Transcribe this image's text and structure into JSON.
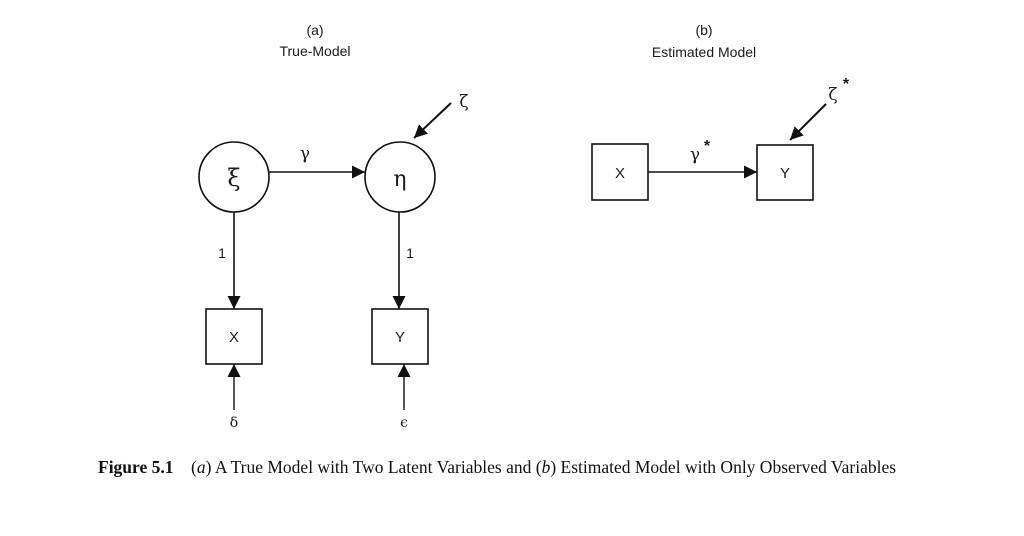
{
  "panel_a": {
    "letter": "(a)",
    "title": "True-Model",
    "latent_exogenous": "ξ",
    "latent_endogenous": "η",
    "path_gamma": "γ",
    "disturbance": "ζ",
    "indicator_x": "X",
    "indicator_y": "Y",
    "loading_x": "1",
    "loading_y": "1",
    "error_x": "δ",
    "error_y": "ϵ"
  },
  "panel_b": {
    "letter": "(b)",
    "title": "Estimated Model",
    "observed_x": "X",
    "observed_y": "Y",
    "path_gamma": "γ",
    "path_gamma_star": "*",
    "disturbance": "ζ",
    "disturbance_star": "*"
  },
  "caption": {
    "label": "Figure 5.1",
    "part_a_letter": "a",
    "part_a_text": "A True Model with Two Latent Variables and",
    "part_b_letter": "b",
    "part_b_text": "Estimated Model with Only Observed Variables"
  }
}
